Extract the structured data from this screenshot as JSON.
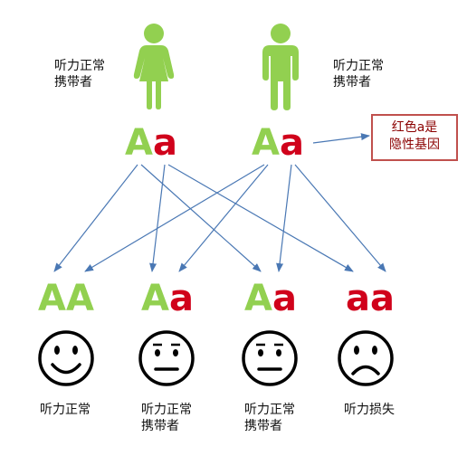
{
  "colors": {
    "dominant_allele": "#92d050",
    "recessive_allele": "#d0021b",
    "arrow": "#4a78b4",
    "person": "#92d050",
    "note_border": "#c0504d"
  },
  "parents": [
    {
      "icon": "female-person-icon",
      "label_line1": "听力正常",
      "label_line2": "携带者",
      "genotype": {
        "first": "A",
        "second": "a"
      }
    },
    {
      "icon": "male-person-icon",
      "label_line1": "听力正常",
      "label_line2": "携带者",
      "genotype": {
        "first": "A",
        "second": "a"
      }
    }
  ],
  "note": {
    "line1": "红色a是",
    "line2": "隐性基因"
  },
  "offspring": [
    {
      "genotype": {
        "first": "A",
        "second": "A"
      },
      "face": "smile-face-icon",
      "label_line1": "听力正常",
      "label_line2": ""
    },
    {
      "genotype": {
        "first": "A",
        "second": "a"
      },
      "face": "neutral-face-icon",
      "label_line1": "听力正常",
      "label_line2": "携带者"
    },
    {
      "genotype": {
        "first": "A",
        "second": "a"
      },
      "face": "neutral-face-icon",
      "label_line1": "听力正常",
      "label_line2": "携带者"
    },
    {
      "genotype": {
        "first": "a",
        "second": "a"
      },
      "face": "sad-face-icon",
      "label_line1": "听力损失",
      "label_line2": ""
    }
  ]
}
